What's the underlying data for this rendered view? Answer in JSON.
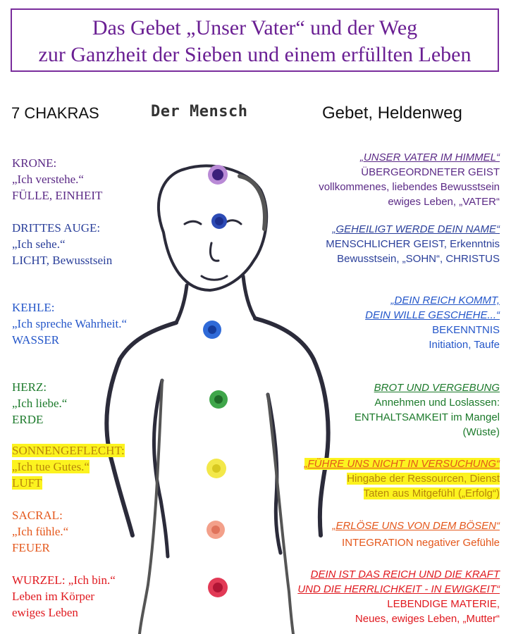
{
  "title": {
    "line1": "Das Gebet „Unser Vater“ und der Weg",
    "line2": "zur Ganzheit der Sieben und einem erfüllten Leben"
  },
  "headers": {
    "left": "7 CHAKRAS",
    "middle": "Der Mensch",
    "right": "Gebet, Heldenweg"
  },
  "colors": {
    "title": "#6a1f93",
    "crown": "#5b2a86",
    "third_eye": "#2a3f9a",
    "throat": "#2456c9",
    "heart": "#1c7a2b",
    "solar_plexus": "#b8860b",
    "highlight": "#fcf31f",
    "sacral": "#e4571b",
    "root": "#e0191f"
  },
  "chakras": [
    {
      "name": "KRONE:",
      "quote": "„Ich verstehe.“",
      "element": "FÜLLE, EINHEIT"
    },
    {
      "name": "DRITTES AUGE:",
      "quote": "„Ich sehe.“",
      "element": "LICHT, Bewusstsein"
    },
    {
      "name": "KEHLE:",
      "quote": "„Ich spreche Wahrheit.“",
      "element": "WASSER"
    },
    {
      "name": "HERZ:",
      "quote": "„Ich liebe.“",
      "element": "ERDE"
    },
    {
      "name": "SONNENGEFLECHT:",
      "quote": "„Ich tue Gutes.“",
      "element": "LUFT"
    },
    {
      "name": "SACRAL:",
      "quote": "„Ich fühle.“",
      "element": "FEUER"
    },
    {
      "name": "WURZEL: „Ich bin.“",
      "quote": "Leben im Körper",
      "element": "ewiges Leben"
    }
  ],
  "prayer": [
    {
      "lines": [
        "„UNSER VATER IM HIMMEL“",
        "ÜBERGEORDNETER GEIST",
        "vollkommenes, liebendes Bewusstsein",
        "ewiges Leben, „VATER“"
      ]
    },
    {
      "lines": [
        "„GEHEILIGT WERDE DEIN NAME“",
        "MENSCHLICHER GEIST, Erkenntnis",
        "Bewusstsein, „SOHN“, CHRISTUS"
      ]
    },
    {
      "lines": [
        "„DEIN REICH KOMMT,",
        "DEIN WILLE GESCHEHE...“",
        "BEKENNTNIS",
        "Initiation, Taufe"
      ]
    },
    {
      "lines": [
        "BROT UND VERGEBUNG",
        "Annehmen und Loslassen:",
        "ENTHALTSAMKEIT im Mangel",
        "(Wüste)"
      ]
    },
    {
      "lines": [
        "„FÜHRE UNS NICHT IN VERSUCHUNG“",
        "Hingabe der Ressourcen, Dienst",
        "Taten aus Mitgefühl („Erfolg“)"
      ]
    },
    {
      "lines": [
        "„ERLÖSE UNS VON DEM BÖSEN“",
        "INTEGRATION negativer Gefühle"
      ]
    },
    {
      "lines": [
        "DEIN IST DAS REICH UND DIE KRAFT",
        "UND DIE HERRLICHKEIT - IN EWIGKEIT“",
        "LEBENDIGE MATERIE,",
        "Neues, ewiges Leben, „Mutter“"
      ]
    }
  ]
}
